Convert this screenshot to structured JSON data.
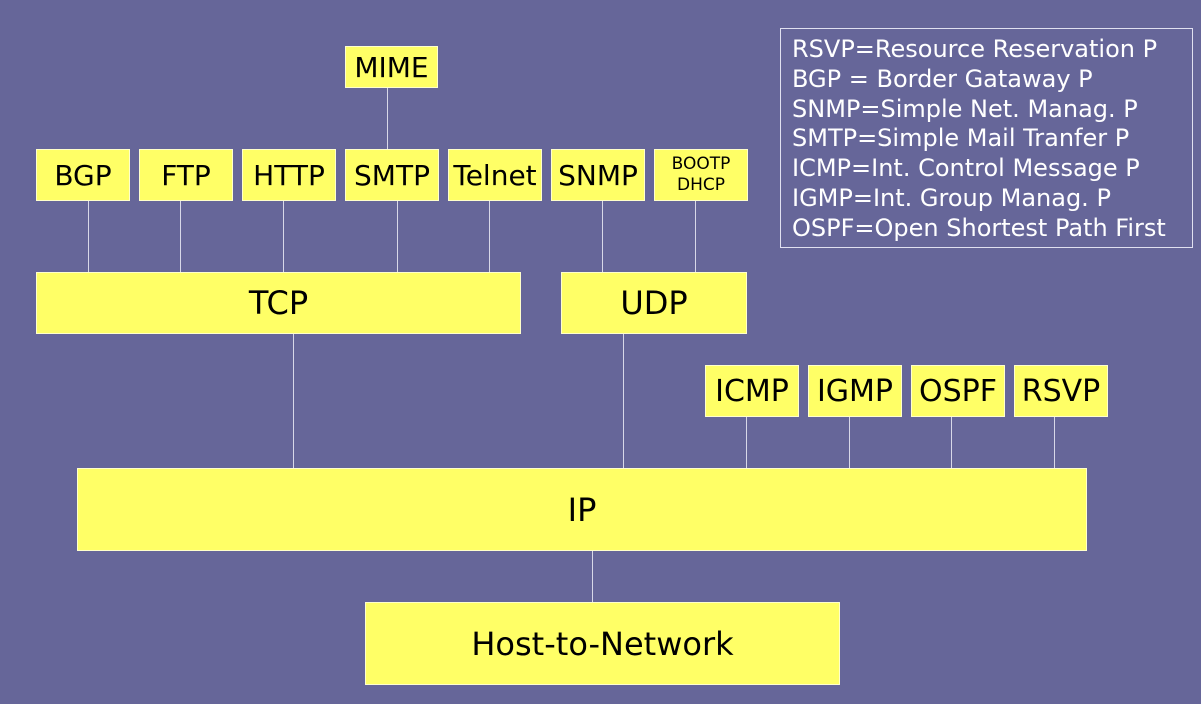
{
  "app_protocols": {
    "mime": "MIME",
    "bgp": "BGP",
    "ftp": "FTP",
    "http": "HTTP",
    "smtp": "SMTP",
    "telnet": "Telnet",
    "snmp": "SNMP",
    "bootp": "BOOTP",
    "dhcp": "DHCP"
  },
  "transport": {
    "tcp": "TCP",
    "udp": "UDP"
  },
  "network_protocols": {
    "icmp": "ICMP",
    "igmp": "IGMP",
    "ospf": "OSPF",
    "rsvp": "RSVP"
  },
  "ip": "IP",
  "host_to_network": "Host-to-Network",
  "legend": [
    "RSVP=Resource Reservation P",
    "BGP = Border Gataway P",
    "SNMP=Simple Net. Manag. P",
    "SMTP=Simple Mail Tranfer P",
    "ICMP=Int. Control Message P",
    "IGMP=Int. Group Manag. P",
    "OSPF=Open Shortest Path First"
  ],
  "colors": {
    "background": "#666699",
    "box_fill": "#ffff66",
    "line": "#d8d8e8",
    "legend_text": "#ffffff"
  }
}
